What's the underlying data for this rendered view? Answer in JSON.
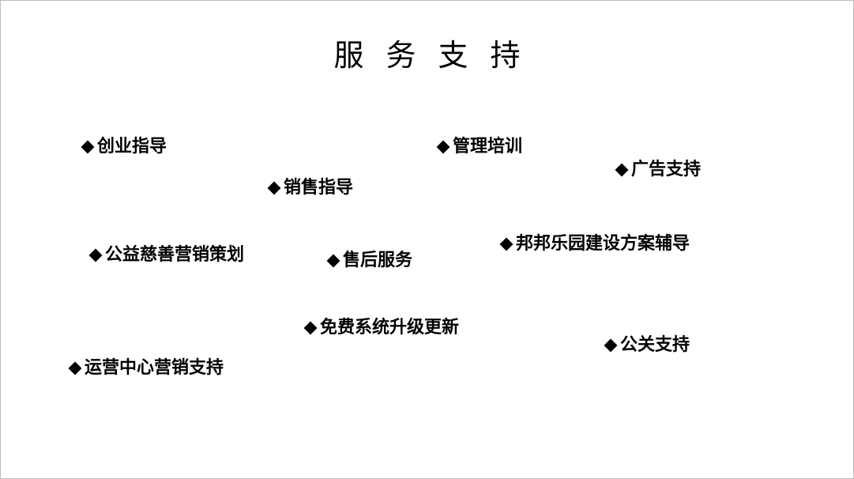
{
  "title": "服务支持",
  "bullet_icon": "diamond-bullet-icon",
  "items": [
    {
      "label": "创业指导"
    },
    {
      "label": "管理培训"
    },
    {
      "label": "广告支持"
    },
    {
      "label": "销售指导"
    },
    {
      "label": "公益慈善营销策划"
    },
    {
      "label": "售后服务"
    },
    {
      "label": "邦邦乐园建设方案辅导"
    },
    {
      "label": "免费系统升级更新"
    },
    {
      "label": "公关支持"
    },
    {
      "label": "运营中心营销支持"
    }
  ]
}
